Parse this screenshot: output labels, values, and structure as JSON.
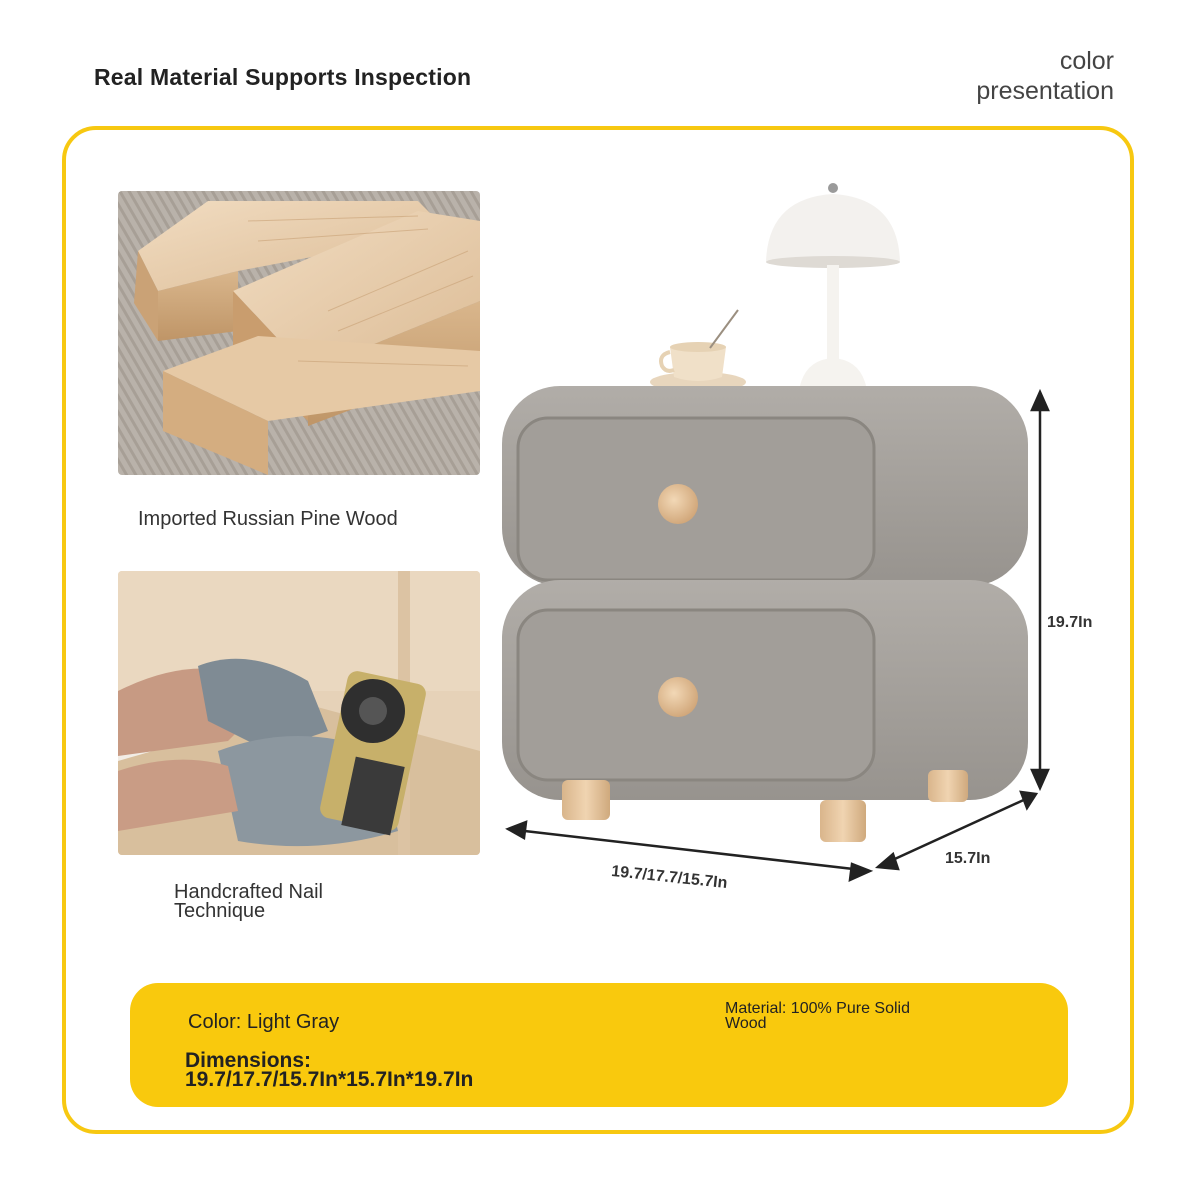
{
  "header": {
    "title": "Real Material Supports Inspection",
    "side_label_line1": "color",
    "side_label_line2": "presentation"
  },
  "features": [
    {
      "caption": "Imported Russian Pine Wood",
      "image_icon": "wood-planks"
    },
    {
      "caption_line1": "Handcrafted Nail",
      "caption_line2": "Technique",
      "image_icon": "nail-gun"
    }
  ],
  "dimensions_overlay": {
    "height": "19.7In",
    "width": "19.7/17.7/15.7In",
    "depth": "15.7In"
  },
  "info": {
    "color": "Color: Light Gray",
    "material_line1": "Material: 100% Pure Solid",
    "material_line2": "Wood",
    "dimensions_line1": "Dimensions:",
    "dimensions_line2": "19.7/17.7/15.7In*15.7In*19.7In"
  },
  "colors": {
    "accent": "#f9c90d",
    "frame": "#f7c811",
    "product_body": "#a29e99",
    "knob": "#e3c39c"
  }
}
